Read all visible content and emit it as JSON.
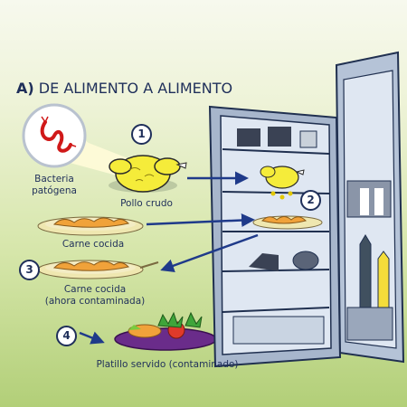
{
  "section": {
    "letter": "A)",
    "title": "DE ALIMENTO A ALIMENTO"
  },
  "steps": [
    "1",
    "2",
    "3",
    "4"
  ],
  "labels": {
    "bacteria": "Bacteria\npatógena",
    "raw_chicken": "Pollo crudo",
    "cooked_meat": "Carne cocida",
    "contaminated_meat": "Carne cocida\n(ahora contaminada)",
    "served_dish": "Platillo servido (contaminado)"
  },
  "colors": {
    "text": "#1f2f5a",
    "arrow": "#1f3a8a",
    "fridge": "#8fa3bf",
    "bacteria": "#d01919"
  }
}
